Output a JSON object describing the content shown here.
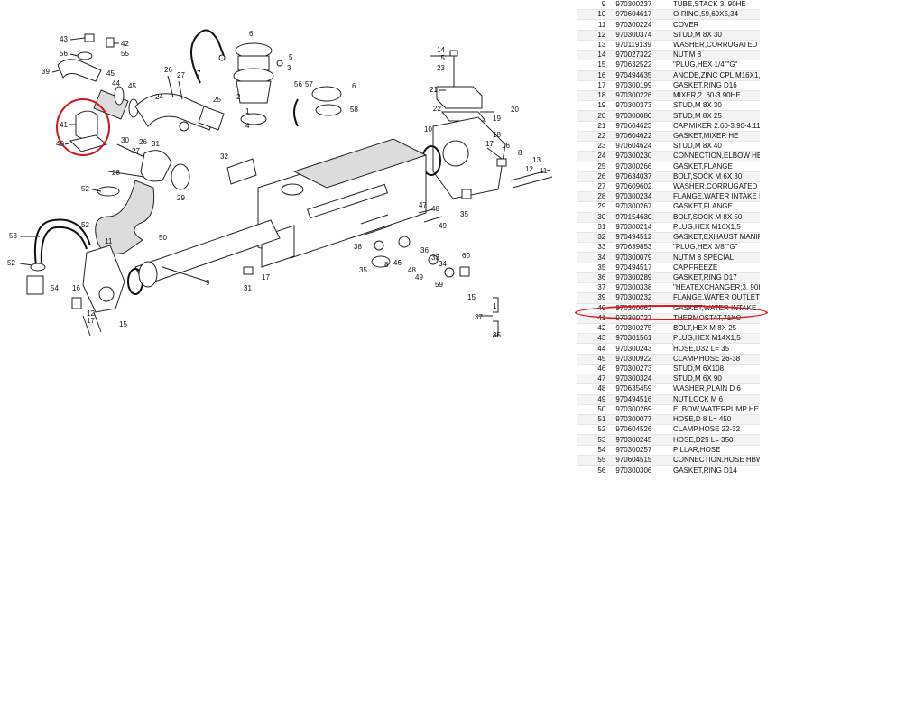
{
  "diagram": {
    "labels": {
      "l43": "43",
      "l42": "42",
      "l56": "56",
      "l55": "55",
      "l39": "39",
      "l45a": "45",
      "l44": "44",
      "l45b": "45",
      "l41": "41",
      "l40": "40",
      "l24": "24",
      "l26": "26",
      "l27a": "27",
      "l25": "25",
      "l7": "7",
      "l6a": "6",
      "l5": "5",
      "l3": "3",
      "l2": "2",
      "l1": "1",
      "l4": "4",
      "l56b": "56",
      "l57": "57",
      "l6b": "6",
      "l58": "58",
      "l14": "14",
      "l15a": "15",
      "l23": "23",
      "l21": "21",
      "l22": "22",
      "l20": "20",
      "l19": "19",
      "l18": "18",
      "l17a": "17",
      "l16a": "16",
      "l10": "10",
      "l8a": "8",
      "l13": "13",
      "l12a": "12",
      "l11a": "11",
      "l35a": "35",
      "l30": "30",
      "l27b": "27",
      "l26b": "26",
      "l31a": "31",
      "l28": "28",
      "l29": "29",
      "l32": "32",
      "l52a": "52",
      "l50": "50",
      "l53": "53",
      "l52b": "52",
      "l11b": "11",
      "l54": "54",
      "l16b": "16",
      "l12b": "12",
      "l17b": "17",
      "l15b": "15",
      "l9": "9",
      "l31b": "31",
      "l17c": "17",
      "l47": "47",
      "l48a": "48",
      "l49a": "49",
      "l36": "36",
      "l38": "38",
      "l8b": "8",
      "l46": "46",
      "l33": "33",
      "l34": "34",
      "l35b": "35",
      "l48b": "48",
      "l49b": "49",
      "l59": "59",
      "l60": "60",
      "l15c": "15",
      "l37": "37",
      "l1b": "1",
      "l35c": "35"
    }
  },
  "parts_table": {
    "rows": [
      {
        "pos": "9",
        "pn": "970300237",
        "desc": "TUBE,STACK 3. 90HE"
      },
      {
        "pos": "10",
        "pn": "970604617",
        "desc": "O-RING,59,69X5,34"
      },
      {
        "pos": "11",
        "pn": "970300224",
        "desc": "COVER"
      },
      {
        "pos": "12",
        "pn": "970300374",
        "desc": "STUD,M 8X 30"
      },
      {
        "pos": "13",
        "pn": "970119139",
        "desc": "WASHER,CORRUGATED I"
      },
      {
        "pos": "14",
        "pn": "970027322",
        "desc": "NUT,M 8"
      },
      {
        "pos": "15",
        "pn": "970632522",
        "desc": "\"PLUG,HEX 1/4\"\"G\""
      },
      {
        "pos": "16",
        "pn": "970494635",
        "desc": "ANODE,ZINC CPL M16X1,"
      },
      {
        "pos": "17",
        "pn": "970300199",
        "desc": "GASKET,RING D16"
      },
      {
        "pos": "18",
        "pn": "970300226",
        "desc": "MIXER,2. 60-3.90HE"
      },
      {
        "pos": "19",
        "pn": "970300373",
        "desc": "STUD,M 8X 30"
      },
      {
        "pos": "20",
        "pn": "970300080",
        "desc": "STUD,M 8X 25"
      },
      {
        "pos": "21",
        "pn": "970604623",
        "desc": "CAP,MIXER 2.60-3.90-4.11"
      },
      {
        "pos": "22",
        "pn": "970604622",
        "desc": "GASKET,MIXER HE"
      },
      {
        "pos": "23",
        "pn": "970604624",
        "desc": "STUD,M 8X 40"
      },
      {
        "pos": "24",
        "pn": "970300230",
        "desc": "CONNECTION,ELBOW HE"
      },
      {
        "pos": "25",
        "pn": "970300266",
        "desc": "GASKET,FLANGE"
      },
      {
        "pos": "26",
        "pn": "970634037",
        "desc": "BOLT,SOCK M 6X 30"
      },
      {
        "pos": "27",
        "pn": "970609602",
        "desc": "WASHER,CORRUGATED I"
      },
      {
        "pos": "28",
        "pn": "970300234",
        "desc": "FLANGE,WATER INTAKE I"
      },
      {
        "pos": "29",
        "pn": "970300267",
        "desc": "GASKET,FLANGE"
      },
      {
        "pos": "30",
        "pn": "970154630",
        "desc": "BOLT,SOCK M 8X 50"
      },
      {
        "pos": "31",
        "pn": "970300214",
        "desc": "PLUG,HEX M16X1,5"
      },
      {
        "pos": "32",
        "pn": "970494512",
        "desc": "GASKET,EXHAUST MANIF"
      },
      {
        "pos": "33",
        "pn": "970639853",
        "desc": "\"PLUG,HEX 3/8\"\"G\""
      },
      {
        "pos": "34",
        "pn": "970300079",
        "desc": "NUT,M 8 SPECIAL"
      },
      {
        "pos": "35",
        "pn": "970494517",
        "desc": "CAP,FREEZE"
      },
      {
        "pos": "36",
        "pn": "970300289",
        "desc": "GASKET,RING D17"
      },
      {
        "pos": "37",
        "pn": "970300338",
        "desc": "\"HEATEXCHANGER;3. 90H"
      },
      {
        "pos": "39",
        "pn": "970300232",
        "desc": "FLANGE,WATER OUTLET"
      },
      {
        "pos": "40",
        "pn": "970300062",
        "desc": "GASKET,WATER INTAKE"
      },
      {
        "pos": "41",
        "pn": "970300727",
        "desc": "THERMOSTAT,71XC"
      },
      {
        "pos": "42",
        "pn": "970300275",
        "desc": "BOLT,HEX M 8X 25"
      },
      {
        "pos": "43",
        "pn": "970301561",
        "desc": "PLUG,HEX M14X1,5"
      },
      {
        "pos": "44",
        "pn": "970300243",
        "desc": "HOSE,D32 L=  35"
      },
      {
        "pos": "45",
        "pn": "970300922",
        "desc": "CLAMP,HOSE 26-38"
      },
      {
        "pos": "46",
        "pn": "970300273",
        "desc": "STUD,M 6X108"
      },
      {
        "pos": "47",
        "pn": "970300324",
        "desc": "STUD,M 6X 90"
      },
      {
        "pos": "48",
        "pn": "970635459",
        "desc": "WASHER,PLAIN D 6"
      },
      {
        "pos": "49",
        "pn": "970494516",
        "desc": "NUT,LOCK M 6"
      },
      {
        "pos": "50",
        "pn": "970300269",
        "desc": "ELBOW,WATERPUMP HE"
      },
      {
        "pos": "51",
        "pn": "970300077",
        "desc": "HOSE,D 8 L= 450"
      },
      {
        "pos": "52",
        "pn": "970604526",
        "desc": "CLAMP,HOSE 22-32"
      },
      {
        "pos": "53",
        "pn": "970300245",
        "desc": "HOSE,D25 L= 350"
      },
      {
        "pos": "54",
        "pn": "970300257",
        "desc": "PILLAR,HOSE"
      },
      {
        "pos": "55",
        "pn": "970604515",
        "desc": "CONNECTION,HOSE HBW"
      },
      {
        "pos": "56",
        "pn": "970300306",
        "desc": "GASKET,RING D14"
      }
    ]
  },
  "colors": {
    "highlight": "#d8141e",
    "line": "#222222",
    "background": "#ffffff"
  }
}
